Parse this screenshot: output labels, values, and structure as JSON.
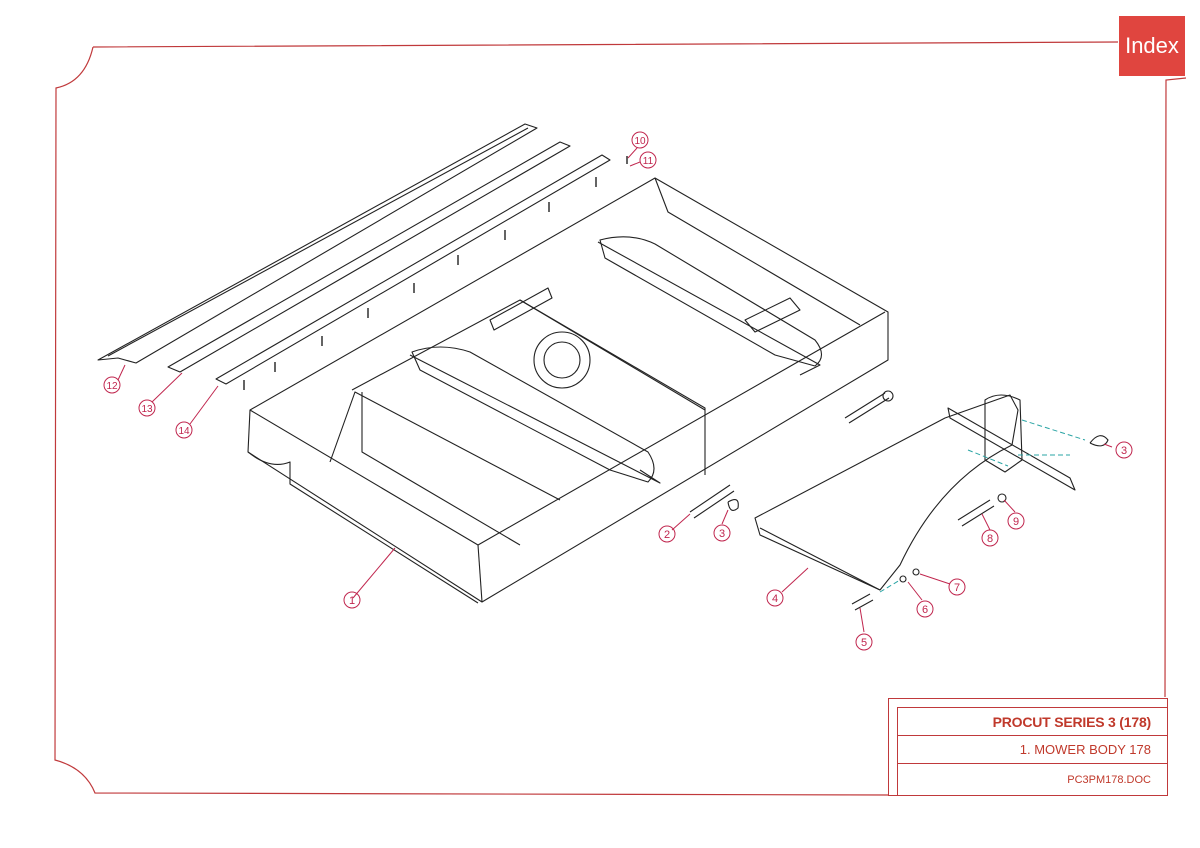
{
  "index_button": {
    "label": "Index"
  },
  "title_block": {
    "series": "PROCUT SERIES 3 (178)",
    "part": "1. MOWER BODY 178",
    "doc": "PC3PM178.DOC"
  },
  "callouts": [
    "1",
    "2",
    "3",
    "3",
    "4",
    "5",
    "6",
    "7",
    "8",
    "9",
    "10",
    "11",
    "12",
    "13",
    "14"
  ],
  "colors": {
    "frame": "#c0393b",
    "callout": "#c0264e",
    "index_bg": "#e0453f",
    "leader": "#2aa4a4"
  }
}
